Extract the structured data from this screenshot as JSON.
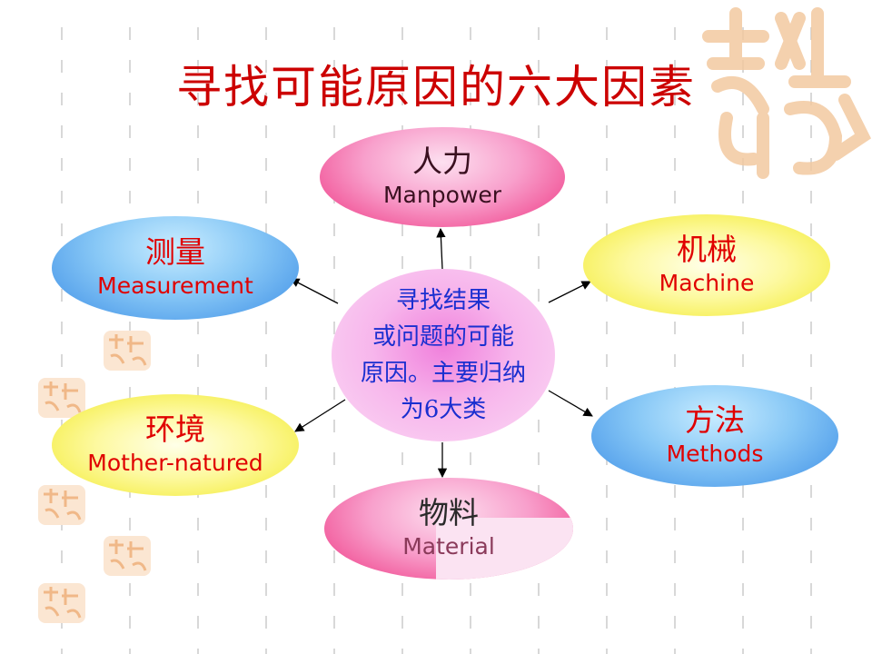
{
  "title": "寻找可能原因的六大因素",
  "center": {
    "lines": [
      "寻找结果",
      "或问题的可能",
      "原因。主要归纳",
      "为6大类"
    ]
  },
  "factors": {
    "manpower": {
      "cn": "人力",
      "en": "Manpower"
    },
    "machine": {
      "cn": "机械",
      "en": "Machine"
    },
    "methods": {
      "cn": "方法",
      "en": "Methods"
    },
    "material": {
      "cn": "物料",
      "en": "Material"
    },
    "environment": {
      "cn": "环境",
      "en": "Mother-natured"
    },
    "measurement": {
      "cn": "测量",
      "en": "Measurement"
    }
  },
  "colors": {
    "title": "#cc0000",
    "center_text": "#1a2fd0",
    "pink": "#ee3380",
    "blue": "#3d8ee6",
    "yellow": "#f2ea2a",
    "seal": "#f3c9a0"
  },
  "icons": {
    "seal": "seal-stamp-icon",
    "arrow": "arrow-icon"
  }
}
